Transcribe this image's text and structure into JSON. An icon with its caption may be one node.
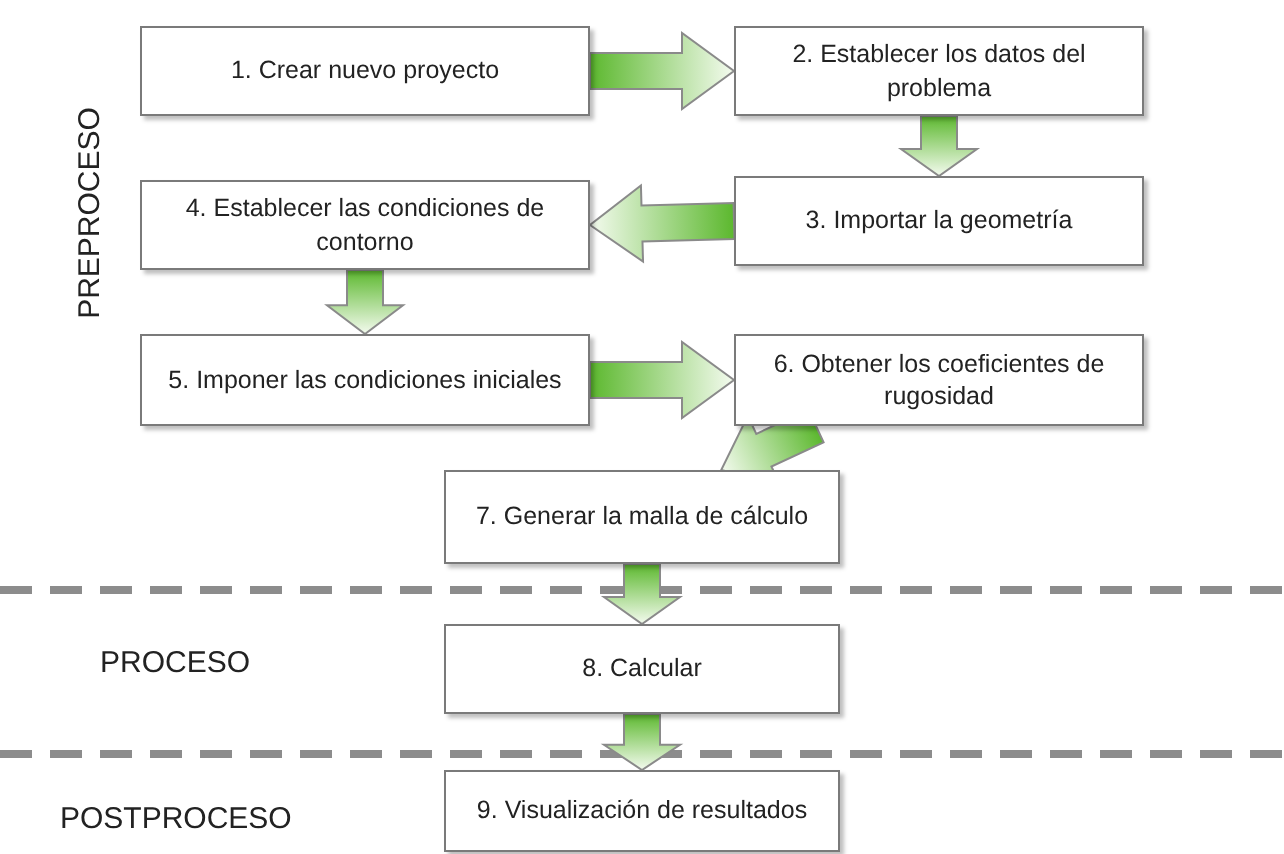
{
  "diagram": {
    "nodes": [
      {
        "text": [
          "1. Crear nuevo proyecto"
        ]
      },
      {
        "text": [
          "2. Establecer los datos del problema"
        ]
      },
      {
        "text": [
          "3. Importar la geometría"
        ]
      },
      {
        "text": [
          "4. Establecer las condiciones de contorno"
        ]
      },
      {
        "text": [
          "5. Imponer las condiciones iniciales"
        ]
      },
      {
        "text": [
          "6. Obtener los coeficientes de rugosidad"
        ]
      },
      {
        "text": [
          "7. Generar la malla de cálculo"
        ]
      },
      {
        "text": [
          "8. Calcular"
        ]
      },
      {
        "text": [
          "9. Visualización de resultados"
        ]
      }
    ],
    "edges": [
      {
        "from": 0,
        "to": 1,
        "arrow": "to"
      },
      {
        "from": 1,
        "to": 2,
        "arrow": "to"
      },
      {
        "from": 2,
        "to": 3,
        "arrow": "to"
      },
      {
        "from": 3,
        "to": 4,
        "arrow": "to"
      },
      {
        "from": 4,
        "to": 5,
        "arrow": "to"
      },
      {
        "from": 5,
        "to": 6,
        "arrow": "to"
      },
      {
        "from": 6,
        "to": 7,
        "arrow": "to"
      },
      {
        "from": 7,
        "to": 8,
        "arrow": "to"
      }
    ],
    "labels": [
      "PREPROCESO",
      "PROCESO",
      "POSTPROCESO"
    ]
  }
}
